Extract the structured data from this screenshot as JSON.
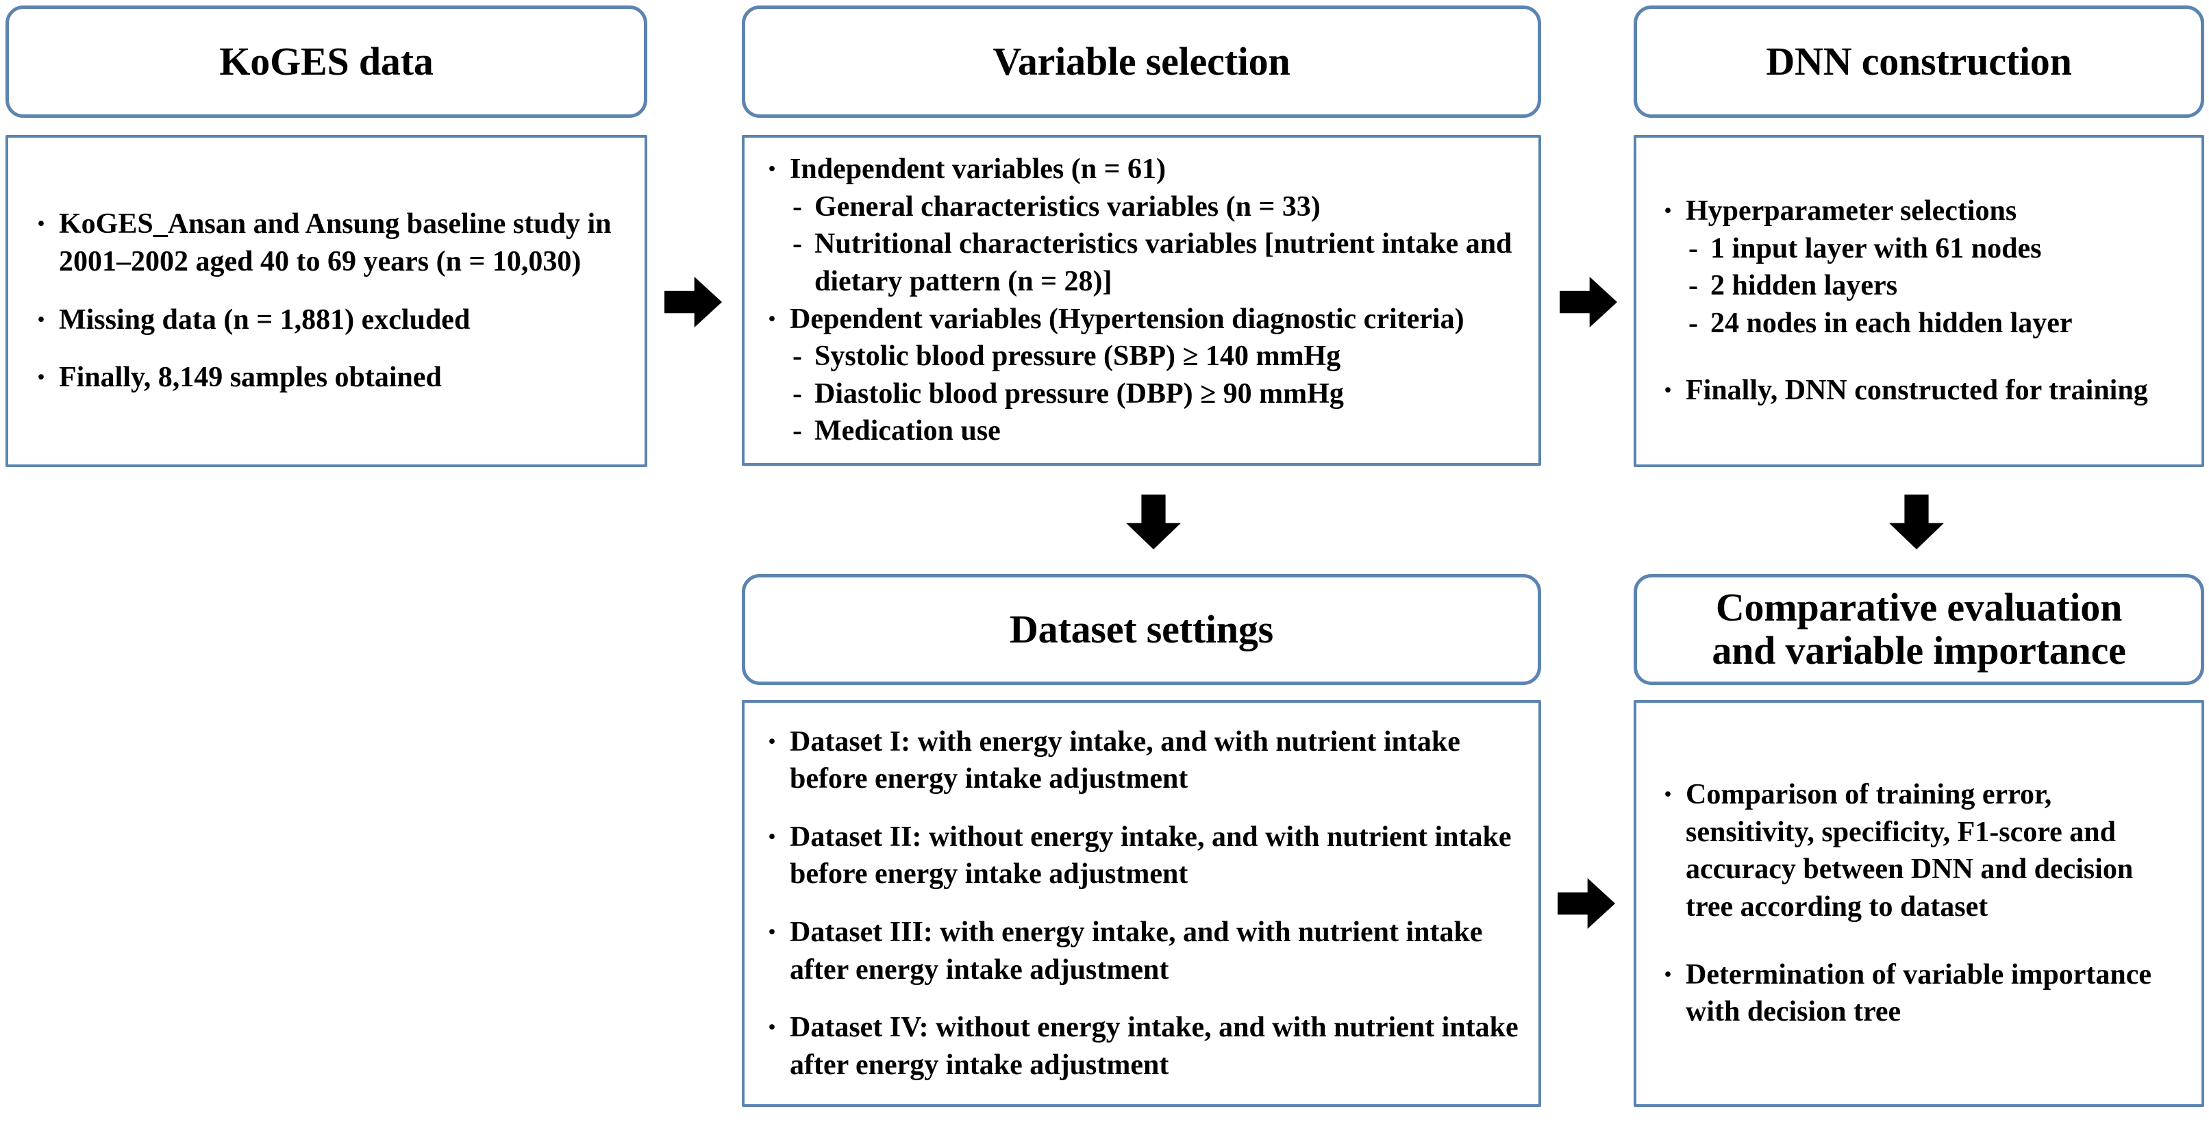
{
  "diagram": {
    "accent_color": "#5b84b1",
    "arrow_color": "#000000",
    "background": "#ffffff",
    "nodes": [
      {
        "id": "koges-data",
        "title": "KoGES data",
        "items": [
          {
            "marker": "dot",
            "text": "KoGES_Ansan and Ansung baseline study in 2001–2002 aged 40 to 69 years (n = 10,030)"
          },
          {
            "marker": "dot",
            "text": "Missing data (n = 1,881) excluded"
          },
          {
            "marker": "dot",
            "text": "Finally, 8,149 samples obtained"
          }
        ]
      },
      {
        "id": "variable-selection",
        "title": "Variable selection",
        "items": [
          {
            "marker": "dot",
            "text": "Independent variables (n = 61)"
          },
          {
            "marker": "dash",
            "text": "General characteristics variables (n = 33)"
          },
          {
            "marker": "dash",
            "text": "Nutritional characteristics  variables [nutrient intake and dietary pattern (n = 28)]"
          },
          {
            "marker": "dot",
            "text": "Dependent variables (Hypertension diagnostic criteria)"
          },
          {
            "marker": "dash",
            "text": "Systolic blood pressure (SBP) ≥ 140 mmHg"
          },
          {
            "marker": "dash",
            "text": "Diastolic blood pressure (DBP) ≥ 90 mmHg"
          },
          {
            "marker": "dash",
            "text": "Medication use"
          }
        ]
      },
      {
        "id": "dnn-construction",
        "title": "DNN construction",
        "items": [
          {
            "marker": "dot",
            "text": "Hyperparameter selections"
          },
          {
            "marker": "dash",
            "text": "1 input layer with 61 nodes"
          },
          {
            "marker": "dash",
            "text": "2 hidden layers"
          },
          {
            "marker": "dash",
            "text": "24 nodes in each hidden layer"
          },
          {
            "marker": "dot",
            "text": "Finally, DNN constructed for training"
          }
        ]
      },
      {
        "id": "dataset-settings",
        "title": "Dataset settings",
        "items": [
          {
            "marker": "dot",
            "text": "Dataset I: with energy intake, and with nutrient intake before energy intake adjustment"
          },
          {
            "marker": "dot",
            "text": "Dataset II: without energy intake, and with nutrient intake before energy intake adjustment"
          },
          {
            "marker": "dot",
            "text": "Dataset III: with energy intake, and with nutrient intake after energy intake adjustment"
          },
          {
            "marker": "dot",
            "text": "Dataset IV: without energy intake, and with nutrient intake after energy intake adjustment"
          }
        ]
      },
      {
        "id": "comparative-evaluation",
        "title": "Comparative evaluation\nand variable importance",
        "items": [
          {
            "marker": "dot",
            "text": "Comparison of training error, sensitivity, specificity, F1-score and accuracy between DNN and decision tree according to dataset"
          },
          {
            "marker": "dot",
            "text": "Determination of variable importance with decision tree"
          }
        ]
      }
    ],
    "connectors": [
      {
        "id": "koges-to-variable",
        "direction": "right"
      },
      {
        "id": "variable-to-dnn",
        "direction": "right"
      },
      {
        "id": "variable-to-dataset",
        "direction": "down"
      },
      {
        "id": "dnn-to-comparative",
        "direction": "down"
      },
      {
        "id": "dataset-to-comparative",
        "direction": "right"
      }
    ]
  }
}
